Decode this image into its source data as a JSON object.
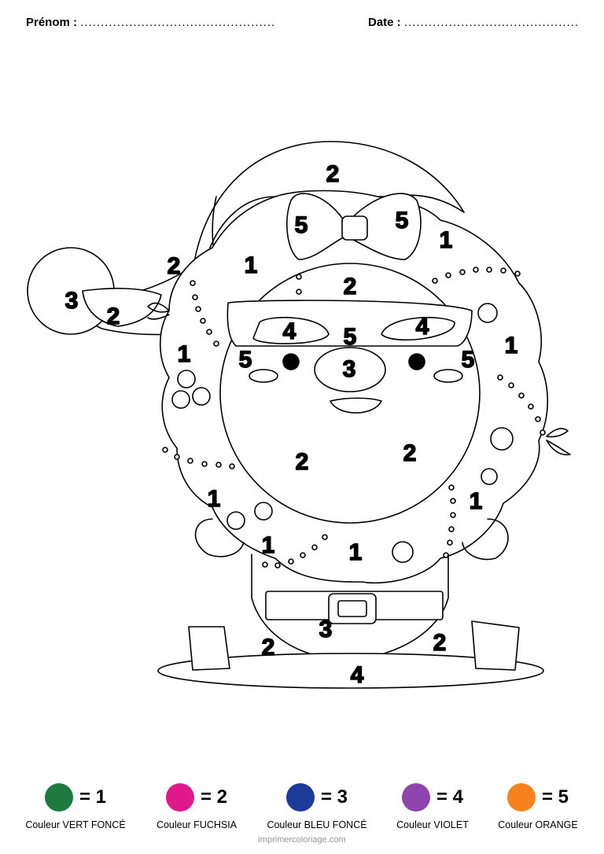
{
  "header": {
    "prenom_label": "Prénom :",
    "prenom_dots": "................................................",
    "date_label": "Date :",
    "date_dots": "..........................................."
  },
  "drawing_numbers": [
    "2",
    "5",
    "5",
    "1",
    "2",
    "1",
    "2",
    "3",
    "2",
    "1",
    "4",
    "5",
    "4",
    "5",
    "5",
    "3",
    "1",
    "2",
    "2",
    "1",
    "1",
    "1",
    "1",
    "3",
    "2",
    "2",
    "4"
  ],
  "legend": [
    {
      "color": "#1e7a3e",
      "eq": "= 1",
      "label": "Couleur VERT FONCÉ"
    },
    {
      "color": "#e0198a",
      "eq": "= 2",
      "label": "Couleur FUCHSIA"
    },
    {
      "color": "#1c3a97",
      "eq": "= 3",
      "label": "Couleur BLEU FONCÉ"
    },
    {
      "color": "#8e44ad",
      "eq": "= 4",
      "label": "Couleur VIOLET"
    },
    {
      "color": "#f5821f",
      "eq": "= 5",
      "label": "Couleur ORANGE"
    }
  ],
  "footer": "imprimercoloriage.com"
}
